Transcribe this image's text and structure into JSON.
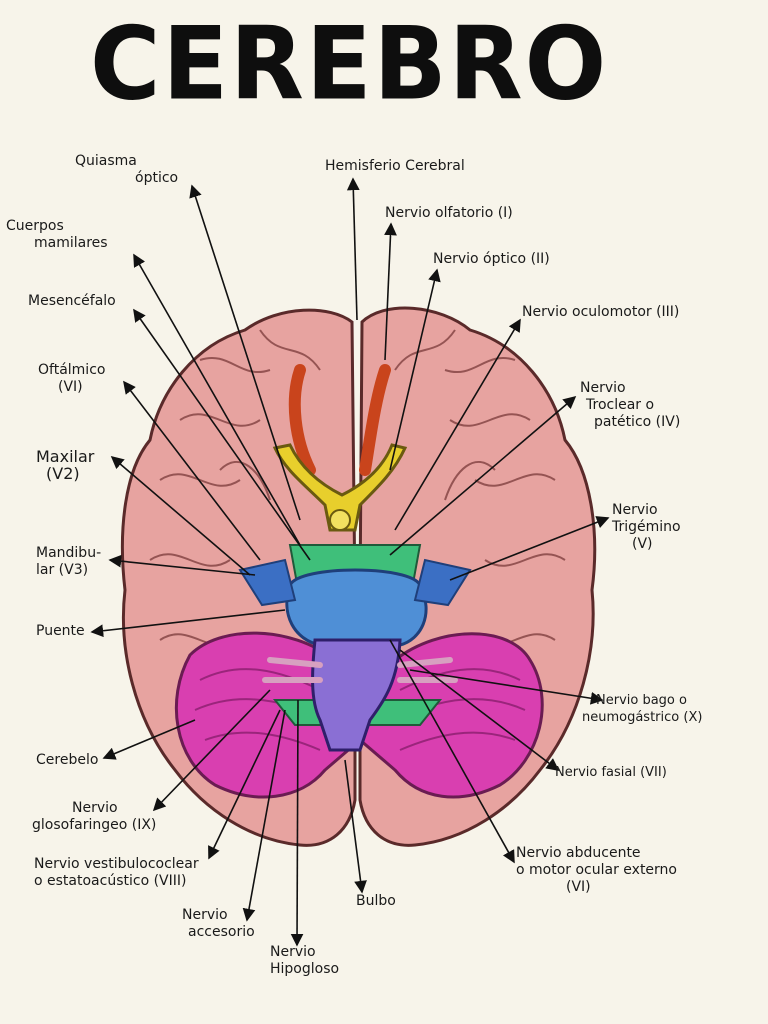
{
  "title": "CEREBRO",
  "labels": {
    "quiasma": [
      "Quiasma",
      "óptico"
    ],
    "cuerpos": [
      "Cuerpos",
      "mamilares"
    ],
    "mesencefalo": [
      "Mesencéfalo"
    ],
    "oftalmico": [
      "Oftálmico",
      "(VI)"
    ],
    "maxilar": [
      "Maxilar",
      "(V2)"
    ],
    "mandibular": [
      "Mandibu-",
      "lar (V3)"
    ],
    "puente": [
      "Puente"
    ],
    "cerebelo": [
      "Cerebelo"
    ],
    "glosofaringeo": [
      "Nervio",
      "glosofaringeo (IX)"
    ],
    "vestibulococlear": [
      "Nervio vestibulococlear",
      "o estatoacústico (VIII)"
    ],
    "accesorio": [
      "Nervio",
      "accesorio"
    ],
    "hipogloso": [
      "Nervio",
      "Hipogloso"
    ],
    "bulbo": [
      "Bulbo"
    ],
    "hemisferio": [
      "Hemisferio Cerebral"
    ],
    "olfatorio": [
      "Nervio olfatorio (I)"
    ],
    "optico": [
      "Nervio óptico (II)"
    ],
    "oculomotor": [
      "Nervio oculomotor (III)"
    ],
    "troclear": [
      "Nervio",
      "Troclear o",
      "patético (IV)"
    ],
    "trigemino": [
      "Nervio",
      "Trigémino",
      "(V)"
    ],
    "vago": [
      "Nervio bago o",
      "neumogástrico (X)"
    ],
    "facial": [
      "Nervio fasial (VII)"
    ],
    "abducente": [
      "Nervio abducente",
      "o motor ocular externo",
      "(VI)"
    ]
  },
  "colors": {
    "background": "#f7f4ea",
    "cortex": "#e7a3a0",
    "cortex_outline": "#5a2a2a",
    "olfactory": "#e8cf2c",
    "cerebellum": "#d93fb0",
    "pons": "#4f8fd6",
    "medulla": "#8a6fd4",
    "brainstem_green": "#3fbf7a",
    "tract_orange": "#c9441c"
  }
}
